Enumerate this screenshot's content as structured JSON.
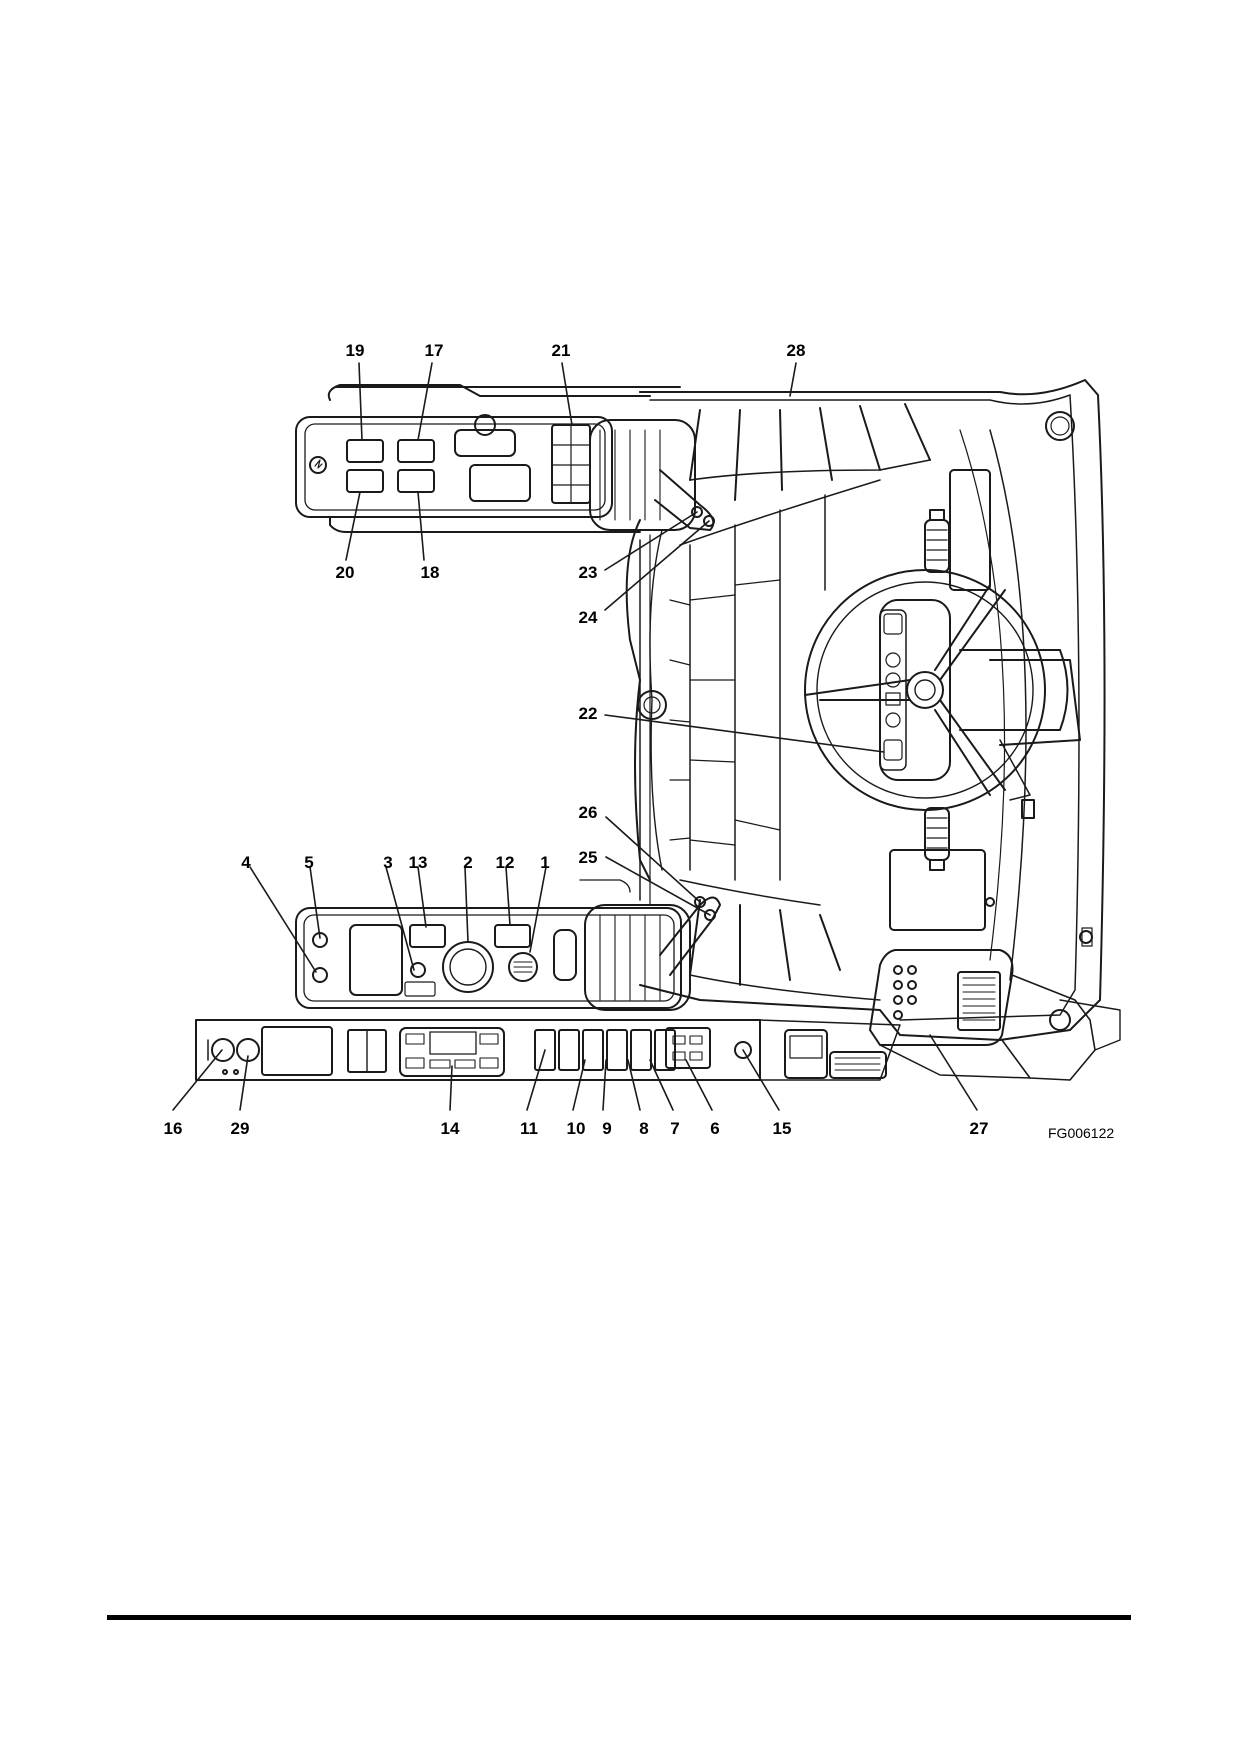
{
  "figure": {
    "figure_code": "FG006122",
    "callouts": [
      {
        "id": "c19",
        "label": "19"
      },
      {
        "id": "c17",
        "label": "17"
      },
      {
        "id": "c21",
        "label": "21"
      },
      {
        "id": "c28",
        "label": "28"
      },
      {
        "id": "c20",
        "label": "20"
      },
      {
        "id": "c18",
        "label": "18"
      },
      {
        "id": "c23",
        "label": "23"
      },
      {
        "id": "c24",
        "label": "24"
      },
      {
        "id": "c22",
        "label": "22"
      },
      {
        "id": "c26",
        "label": "26"
      },
      {
        "id": "c25",
        "label": "25"
      },
      {
        "id": "c4",
        "label": "4"
      },
      {
        "id": "c5",
        "label": "5"
      },
      {
        "id": "c3",
        "label": "3"
      },
      {
        "id": "c13",
        "label": "13"
      },
      {
        "id": "c2",
        "label": "2"
      },
      {
        "id": "c12",
        "label": "12"
      },
      {
        "id": "c1",
        "label": "1"
      },
      {
        "id": "c16",
        "label": "16"
      },
      {
        "id": "c29",
        "label": "29"
      },
      {
        "id": "c14",
        "label": "14"
      },
      {
        "id": "c11",
        "label": "11"
      },
      {
        "id": "c10",
        "label": "10"
      },
      {
        "id": "c9",
        "label": "9"
      },
      {
        "id": "c8",
        "label": "8"
      },
      {
        "id": "c7",
        "label": "7"
      },
      {
        "id": "c6",
        "label": "6"
      },
      {
        "id": "c15",
        "label": "15"
      },
      {
        "id": "c27",
        "label": "27"
      }
    ]
  }
}
